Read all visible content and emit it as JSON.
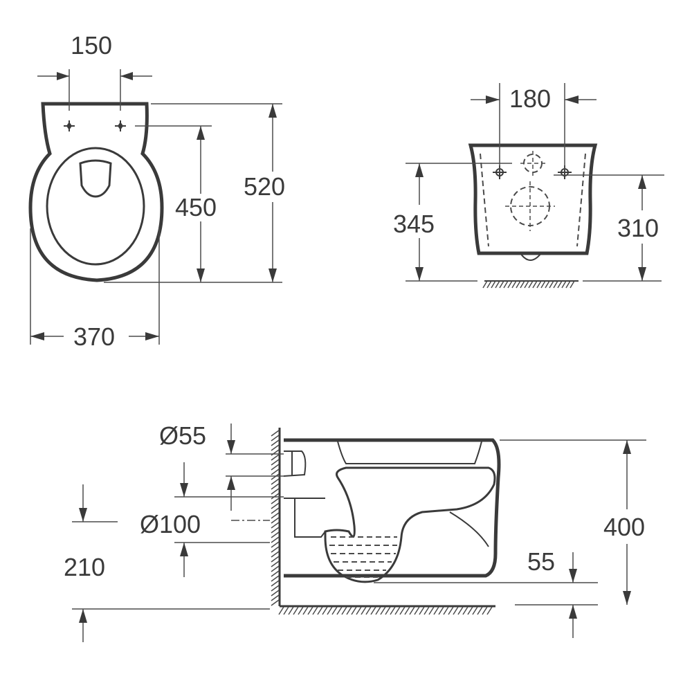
{
  "top_view": {
    "mount_spacing": "150",
    "fix_to_front": "450",
    "length": "520",
    "width": "370"
  },
  "rear_view": {
    "mount_spacing": "180",
    "fix_height_left": "345",
    "fix_height_right": "310"
  },
  "side_view": {
    "water_inlet": "Ø55",
    "outlet": "Ø100",
    "outlet_height": "210",
    "bottom_gap": "55",
    "height": "400"
  }
}
